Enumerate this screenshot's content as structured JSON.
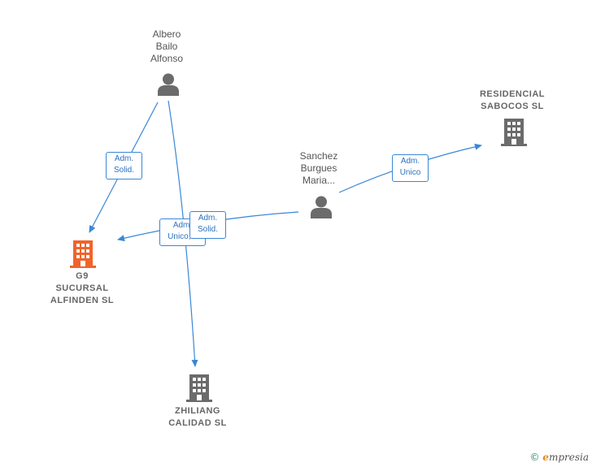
{
  "colors": {
    "edge": "#3a87d6",
    "person_icon": "#6b6b6b",
    "company_icon": "#6b6b6b",
    "main_company_icon": "#f0642a"
  },
  "nodes": {
    "albero": {
      "name": "Albero\nBailo\nAlfonso",
      "icon": "person-icon"
    },
    "sanchez": {
      "name": "Sanchez\nBurgues\nMaria...",
      "icon": "person-icon"
    },
    "residencial": {
      "name": "RESIDENCIAL\nSABOCOS SL",
      "icon": "building-icon"
    },
    "g9": {
      "name": "G9\nSUCURSAL\nALFINDEN  SL",
      "icon": "building-icon"
    },
    "zhiliang": {
      "name": "ZHILIANG\nCALIDAD  SL",
      "icon": "building-icon"
    }
  },
  "edges": {
    "albero_g9": "Adm.\nSolid.",
    "albero_zhiliang": "Adm.\nUnico,...",
    "sanchez_g9": "Adm.\nSolid.",
    "sanchez_residencial": "Adm.\nUnico"
  },
  "credit": {
    "symbol": "©",
    "brand_initial": "e",
    "brand_rest": "mpresia"
  }
}
